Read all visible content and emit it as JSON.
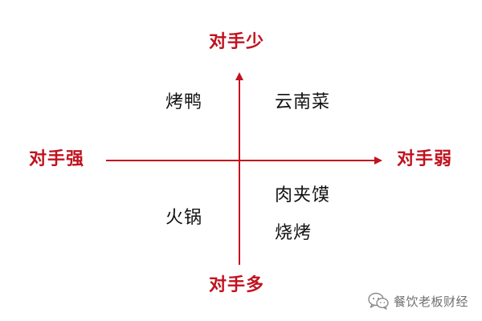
{
  "axes": {
    "top": "对手少",
    "bottom": "对手多",
    "left": "对手强",
    "right": "对手弱",
    "color": "#c1121f"
  },
  "quadrants": {
    "top_left": [
      "烤鸭"
    ],
    "top_right": [
      "云南菜"
    ],
    "bottom_left": [
      "火锅"
    ],
    "bottom_right": [
      "肉夹馍",
      "烧烤"
    ]
  },
  "watermark": {
    "icon": "wechat-icon",
    "text": "餐饮老板财经"
  }
}
